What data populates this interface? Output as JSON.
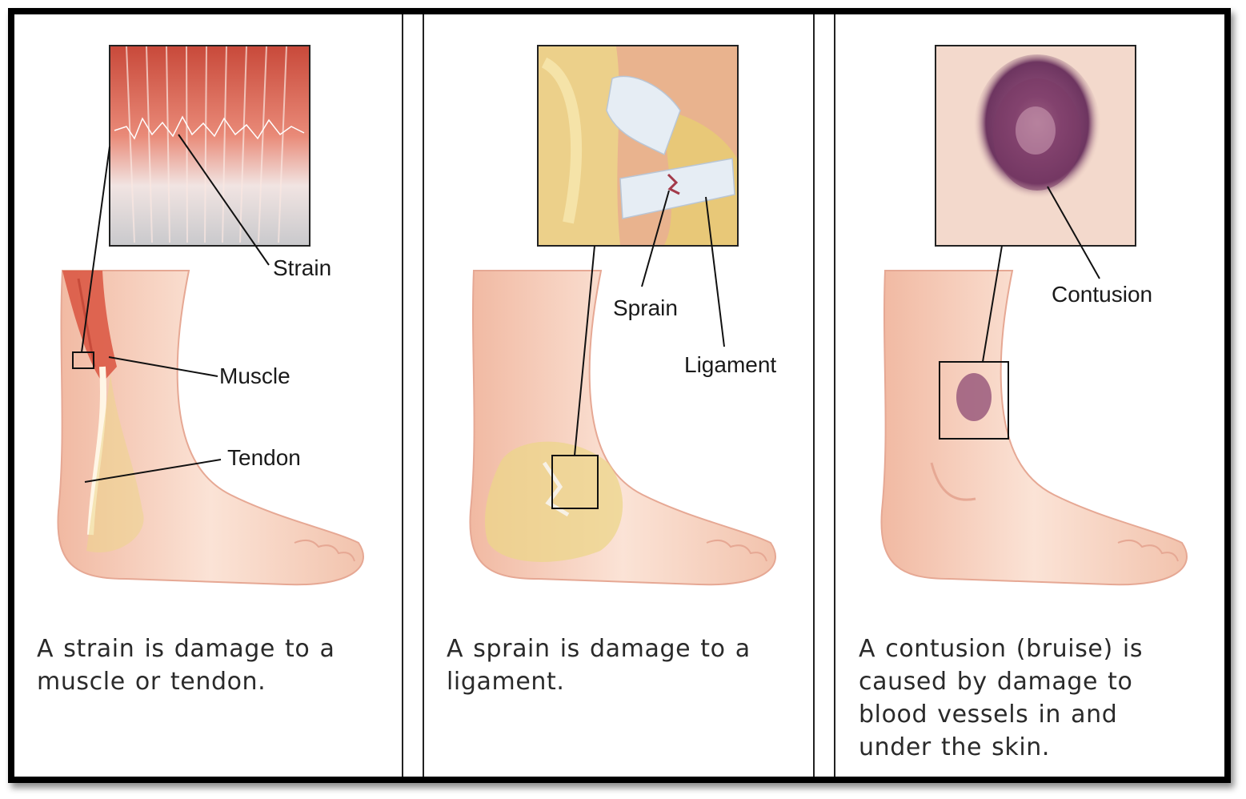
{
  "panels": [
    {
      "labels": {
        "strain": "Strain",
        "muscle": "Muscle",
        "tendon": "Tendon"
      },
      "caption": "A strain is damage to a muscle or tendon."
    },
    {
      "labels": {
        "sprain": "Sprain",
        "ligament": "Ligament"
      },
      "caption": "A sprain is damage to a ligament."
    },
    {
      "labels": {
        "contusion": "Contusion"
      },
      "caption": "A contusion (bruise) is caused by damage to blood vessels in and under the skin."
    }
  ],
  "colors": {
    "skin": "#f3c9b4",
    "muscle": "#d9533f",
    "bone": "#ecd58a",
    "ligament": "#e4ecf4",
    "bruise": "#7a3a66"
  }
}
